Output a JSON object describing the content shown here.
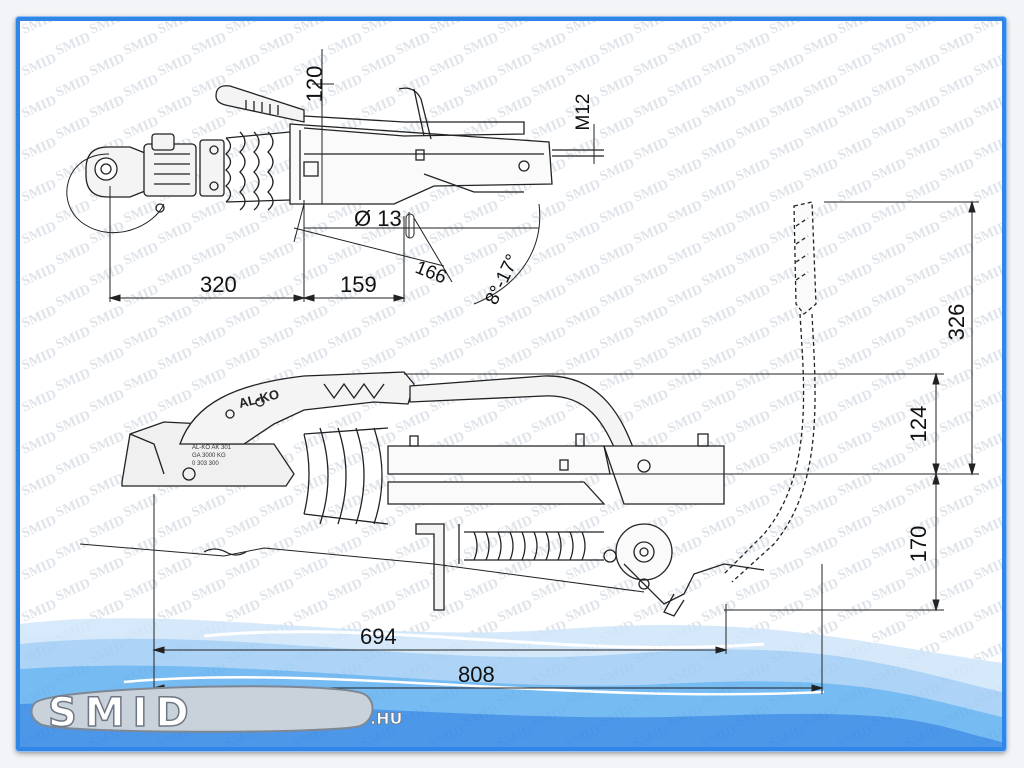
{
  "watermark": {
    "text": "SMID"
  },
  "logo": {
    "name": "SMID",
    "suffix": ".HU"
  },
  "top_view": {
    "dimensions": {
      "height_top": "120",
      "thread": "M12",
      "hole": "Ø 13",
      "offset_left": "320",
      "offset_mid": "159",
      "offset_diag": "166",
      "angle": "8°-17°"
    }
  },
  "side_view": {
    "labels": {
      "brand": "AL-KO"
    },
    "plate_lines": [
      "AL-KO AK 301",
      "GA 3000 KG",
      "0 303 300"
    ],
    "dimensions": {
      "length_inner": "694",
      "length_total": "808",
      "lever_height": "326",
      "upper_height": "124",
      "lower_height": "170"
    }
  },
  "colors": {
    "border": "#2f86e6",
    "background": "#ffffff",
    "line": "#222222",
    "wave": "#5fb0f0"
  }
}
